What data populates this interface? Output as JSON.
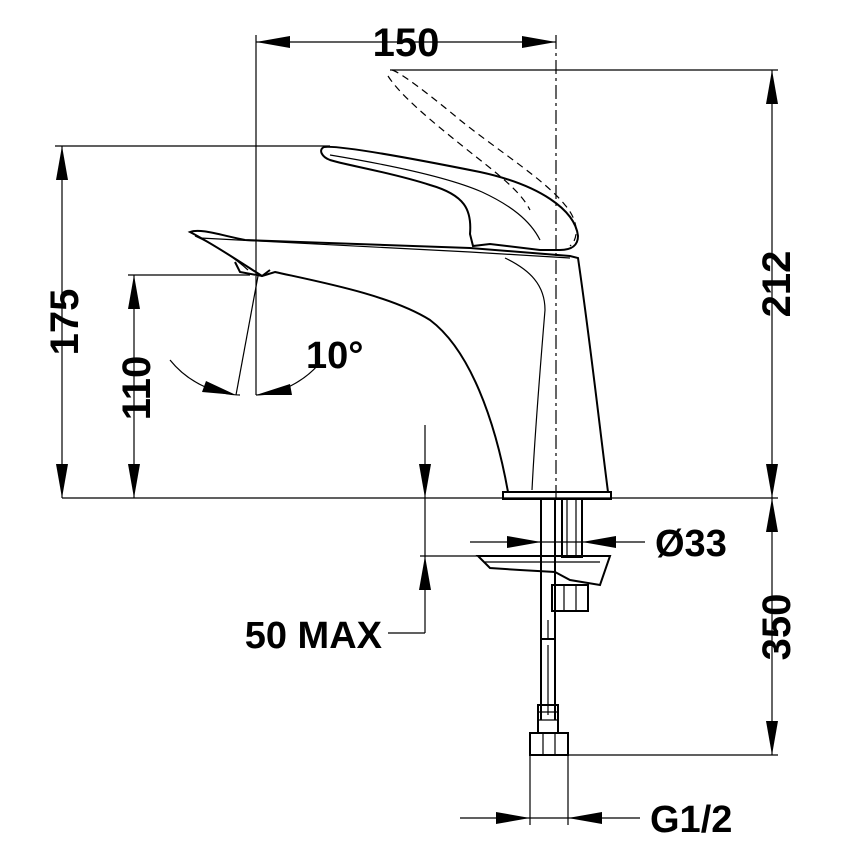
{
  "title": "",
  "dimensions": {
    "spout_reach": "150",
    "total_height": "212",
    "body_height": "175",
    "spout_height": "110",
    "tilt_angle": "10°",
    "base_diameter": "Ø33",
    "mount_thickness": "50 MAX",
    "hose_length": "350",
    "connection_thread": "G1/2"
  }
}
